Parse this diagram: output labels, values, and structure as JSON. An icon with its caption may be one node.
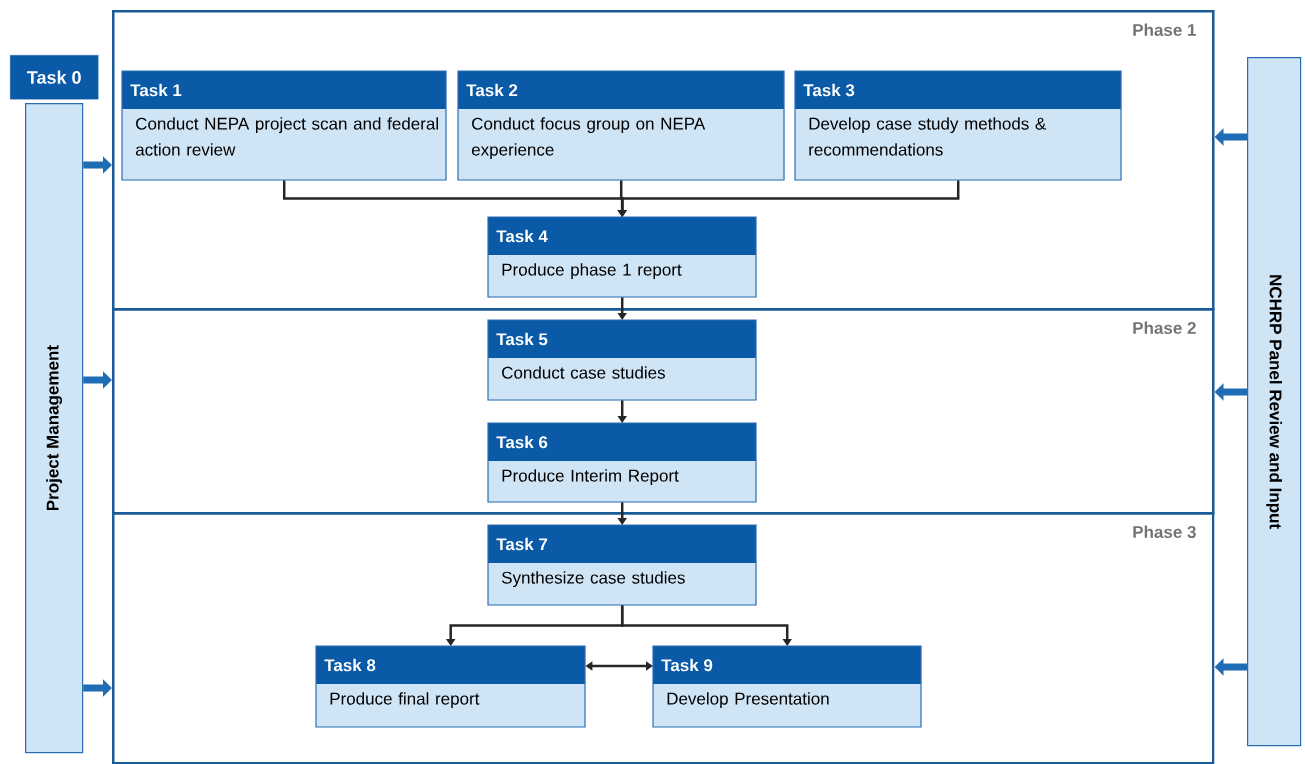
{
  "diagram": {
    "nodes": [
      {
        "text": [
          "Task 0"
        ]
      },
      {
        "text": [
          "Project Management"
        ]
      },
      {
        "text": [
          "Phase 1"
        ]
      },
      {
        "text": [
          "Task 1",
          "Conduct NEPA project scan and federal action review"
        ],
        "in": 2
      },
      {
        "text": [
          "Task 2",
          "Conduct focus group on NEPA experience"
        ],
        "in": 2
      },
      {
        "text": [
          "Task 3",
          "Develop case study methods & recommendations"
        ],
        "in": 2
      },
      {
        "text": [
          "Task 4",
          "Produce phase 1 report"
        ],
        "in": 2
      },
      {
        "text": [
          "Phase 2"
        ]
      },
      {
        "text": [
          "Task 5",
          "Conduct case studies"
        ],
        "in": 7
      },
      {
        "text": [
          "Task 6",
          "Produce Interim Report"
        ],
        "in": 7
      },
      {
        "text": [
          "Phase 3"
        ]
      },
      {
        "text": [
          "Task 7",
          "Synthesize case studies"
        ],
        "in": 10
      },
      {
        "text": [
          "Task 8",
          "Produce final report"
        ],
        "in": 10
      },
      {
        "text": [
          "Task 9",
          "Develop Presentation"
        ],
        "in": 10
      },
      {
        "text": [
          "NCHRP Panel Review and Input"
        ]
      }
    ],
    "edges": [
      {
        "from": 3,
        "to": 6,
        "arrow": "to"
      },
      {
        "from": 4,
        "to": 6,
        "arrow": "to"
      },
      {
        "from": 5,
        "to": 6,
        "arrow": "to"
      },
      {
        "from": 6,
        "to": 8,
        "arrow": "to"
      },
      {
        "from": 8,
        "to": 9,
        "arrow": "to"
      },
      {
        "from": 9,
        "to": 11,
        "arrow": "to"
      },
      {
        "from": 11,
        "to": 12,
        "arrow": "to"
      },
      {
        "from": 11,
        "to": 13,
        "arrow": "to"
      },
      {
        "from": 12,
        "to": 13,
        "arrow": "both"
      },
      {
        "from": 1,
        "to": 2,
        "arrow": "to",
        "style": "thick",
        "color": "#1f6db5"
      },
      {
        "from": 1,
        "to": 7,
        "arrow": "to",
        "style": "thick",
        "color": "#1f6db5"
      },
      {
        "from": 1,
        "to": 10,
        "arrow": "to",
        "style": "thick",
        "color": "#1f6db5"
      },
      {
        "from": 14,
        "to": 2,
        "arrow": "to",
        "style": "thick",
        "color": "#1f6db5"
      },
      {
        "from": 14,
        "to": 7,
        "arrow": "to",
        "style": "thick",
        "color": "#1f6db5"
      },
      {
        "from": 14,
        "to": 10,
        "arrow": "to",
        "style": "thick",
        "color": "#1f6db5"
      }
    ]
  }
}
